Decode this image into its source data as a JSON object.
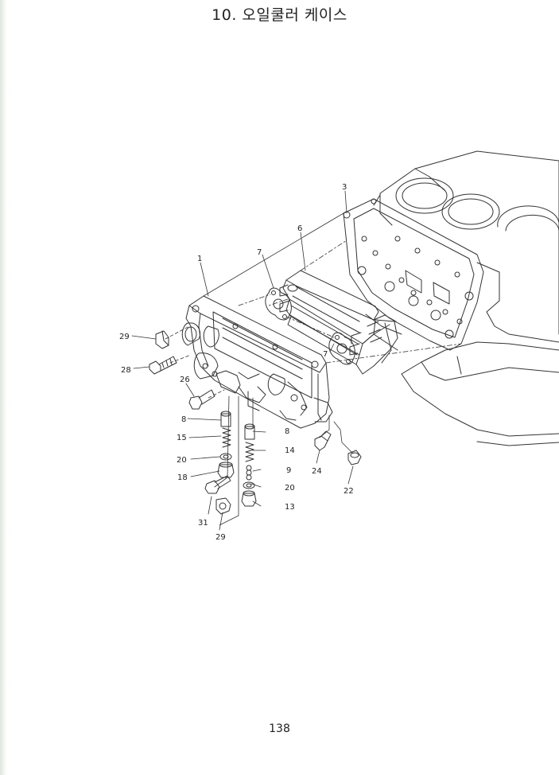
{
  "title": "10. 오일쿨러 케이스",
  "page_number": "138",
  "callouts": {
    "c1": "1",
    "c3": "3",
    "c6": "6",
    "c7a": "7",
    "c7b": "7",
    "c29a": "29",
    "c28": "28",
    "c26": "26",
    "c8a": "8",
    "c8b": "8",
    "c15": "15",
    "c14": "14",
    "c20a": "20",
    "c20b": "20",
    "c9": "9",
    "c18": "18",
    "c13": "13",
    "c31": "31",
    "c29b": "29",
    "c24": "24",
    "c22": "22"
  }
}
